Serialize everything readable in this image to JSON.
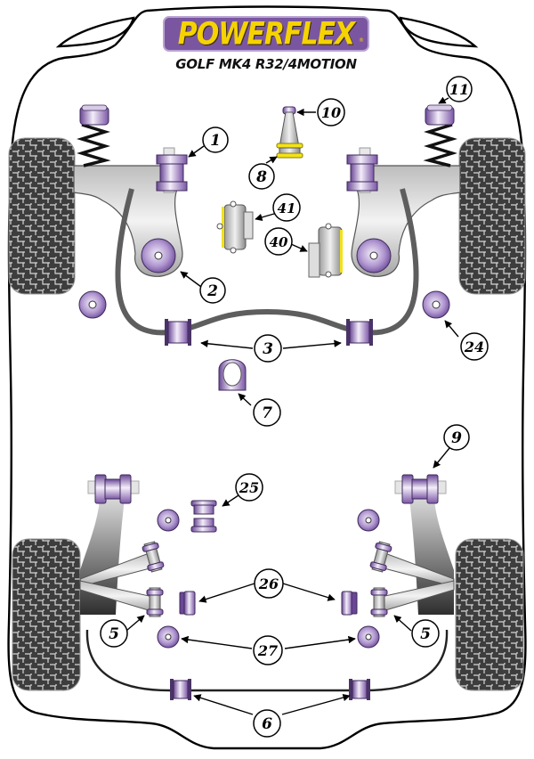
{
  "brand": {
    "logo_text": "POWERFLEX",
    "registered_mark": "®",
    "model_title": "GOLF MK4 R32/4MOTION",
    "colors": {
      "logo_bg": "#7a56a0",
      "logo_text": "#f5d300",
      "bush_purple": "#8e6bb5",
      "bush_yellow": "#f2e21a",
      "tyre": "#3c3c3c"
    }
  },
  "callouts": [
    {
      "id": "1",
      "label": "1"
    },
    {
      "id": "2",
      "label": "2"
    },
    {
      "id": "3",
      "label": "3"
    },
    {
      "id": "5-left",
      "label": "5"
    },
    {
      "id": "5-right",
      "label": "5"
    },
    {
      "id": "6",
      "label": "6"
    },
    {
      "id": "7",
      "label": "7"
    },
    {
      "id": "8",
      "label": "8"
    },
    {
      "id": "9",
      "label": "9"
    },
    {
      "id": "10",
      "label": "10"
    },
    {
      "id": "11",
      "label": "11"
    },
    {
      "id": "24",
      "label": "24"
    },
    {
      "id": "25",
      "label": "25"
    },
    {
      "id": "26",
      "label": "26"
    },
    {
      "id": "27",
      "label": "27"
    },
    {
      "id": "40",
      "label": "40"
    },
    {
      "id": "41",
      "label": "41"
    }
  ]
}
